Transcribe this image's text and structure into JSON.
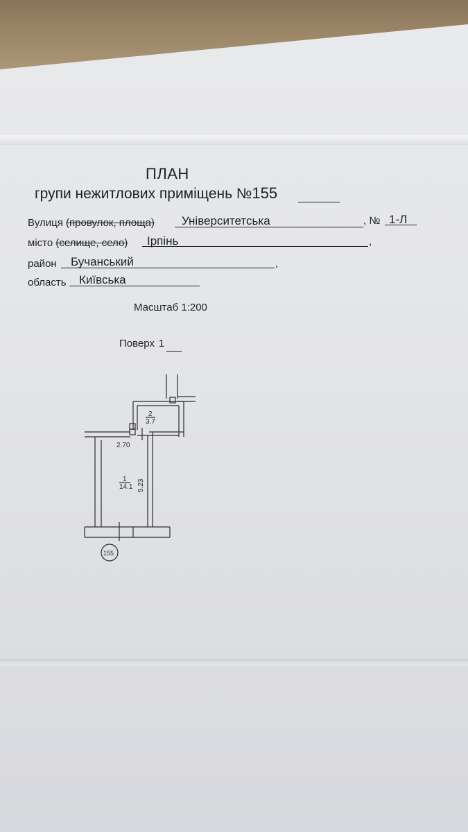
{
  "title": "ПЛАН",
  "subtitle": "групи нежитлових приміщень №",
  "premises_number": "155",
  "street_label": "Вулиця",
  "street_struck_alternatives": "(провулок, площа)",
  "street_value": "Університетська",
  "house_number_label": ", №",
  "house_number": "1-Л",
  "city_label": "місто",
  "city_struck_alternatives": "(селище, село)",
  "city_value": "Ірпінь",
  "district_label": "район",
  "district_value": "Бучанський",
  "region_label": "область",
  "region_value": "Київська",
  "scale": "Масштаб 1:200",
  "floor_label": "Поверх",
  "floor_value": "1",
  "plan": {
    "room2_number": "2",
    "room2_area": "3.7",
    "room1_number": "1",
    "room1_area": "14.1",
    "dim_width": "2.70",
    "dim_length": "5.23",
    "marker": "155"
  }
}
